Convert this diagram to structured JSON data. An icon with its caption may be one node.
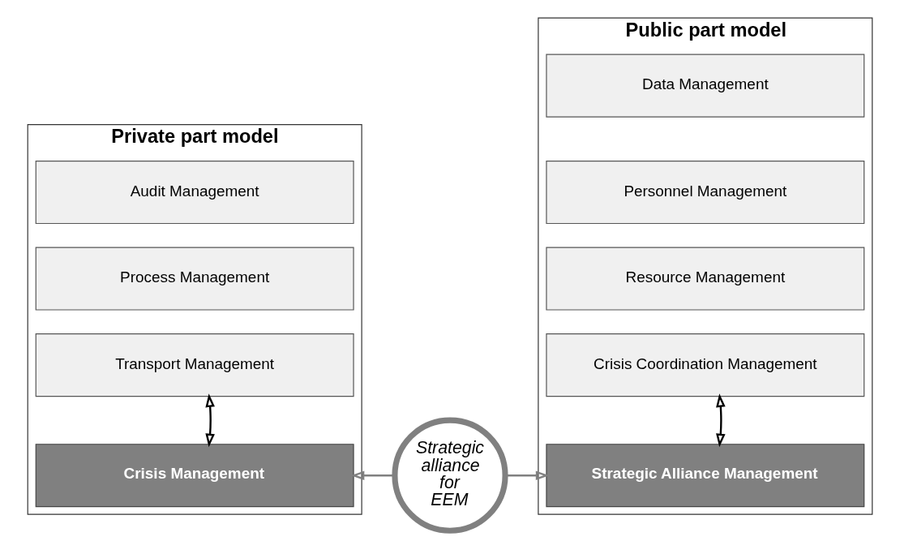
{
  "diagram": {
    "nodes": [
      {
        "text": [
          "Private part model"
        ]
      },
      {
        "text": [
          "Audit Management"
        ],
        "in": 0
      },
      {
        "text": [
          "Process Management"
        ],
        "in": 0
      },
      {
        "text": [
          "Transport Management"
        ],
        "in": 0
      },
      {
        "text": [
          "Crisis Management"
        ],
        "in": 0
      },
      {
        "text": [
          "Public part model"
        ]
      },
      {
        "text": [
          "Data Management"
        ],
        "in": 5
      },
      {
        "text": [
          "Personnel Management"
        ],
        "in": 5
      },
      {
        "text": [
          "Resource Management"
        ],
        "in": 5
      },
      {
        "text": [
          "Crisis Coordination Management"
        ],
        "in": 5
      },
      {
        "text": [
          "Strategic Alliance Management"
        ],
        "in": 5
      },
      {
        "text": [
          "Strategic alliance for EEM"
        ]
      }
    ],
    "edges": [
      {
        "from": 3,
        "to": 4,
        "arrow": "both"
      },
      {
        "from": 9,
        "to": 10,
        "arrow": "both"
      },
      {
        "from": 11,
        "to": 10,
        "arrow": "to",
        "color": "#808080"
      },
      {
        "from": 11,
        "to": 4,
        "arrow": "to",
        "color": "#808080"
      }
    ]
  }
}
